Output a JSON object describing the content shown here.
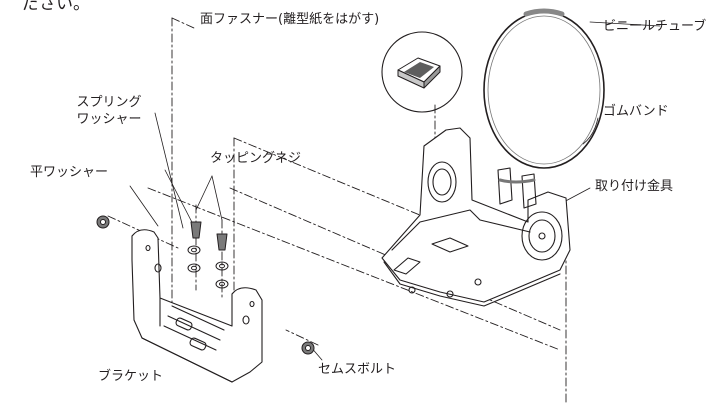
{
  "header_fragment": "ださい。",
  "labels": {
    "velcro": "面ファスナー(離型紙をはがす)",
    "vinyl_tube": "ビニールチューブ",
    "rubber_band": "ゴムバンド",
    "mounting_bracket_fitting": "取り付け金具",
    "spring_washer_line1": "スプリング",
    "spring_washer_line2": "ワッシャー",
    "tapping_screw": "タッピングネジ",
    "flat_washer": "平ワッシャー",
    "bracket": "ブラケット",
    "sems_bolt": "セムスボルト"
  }
}
